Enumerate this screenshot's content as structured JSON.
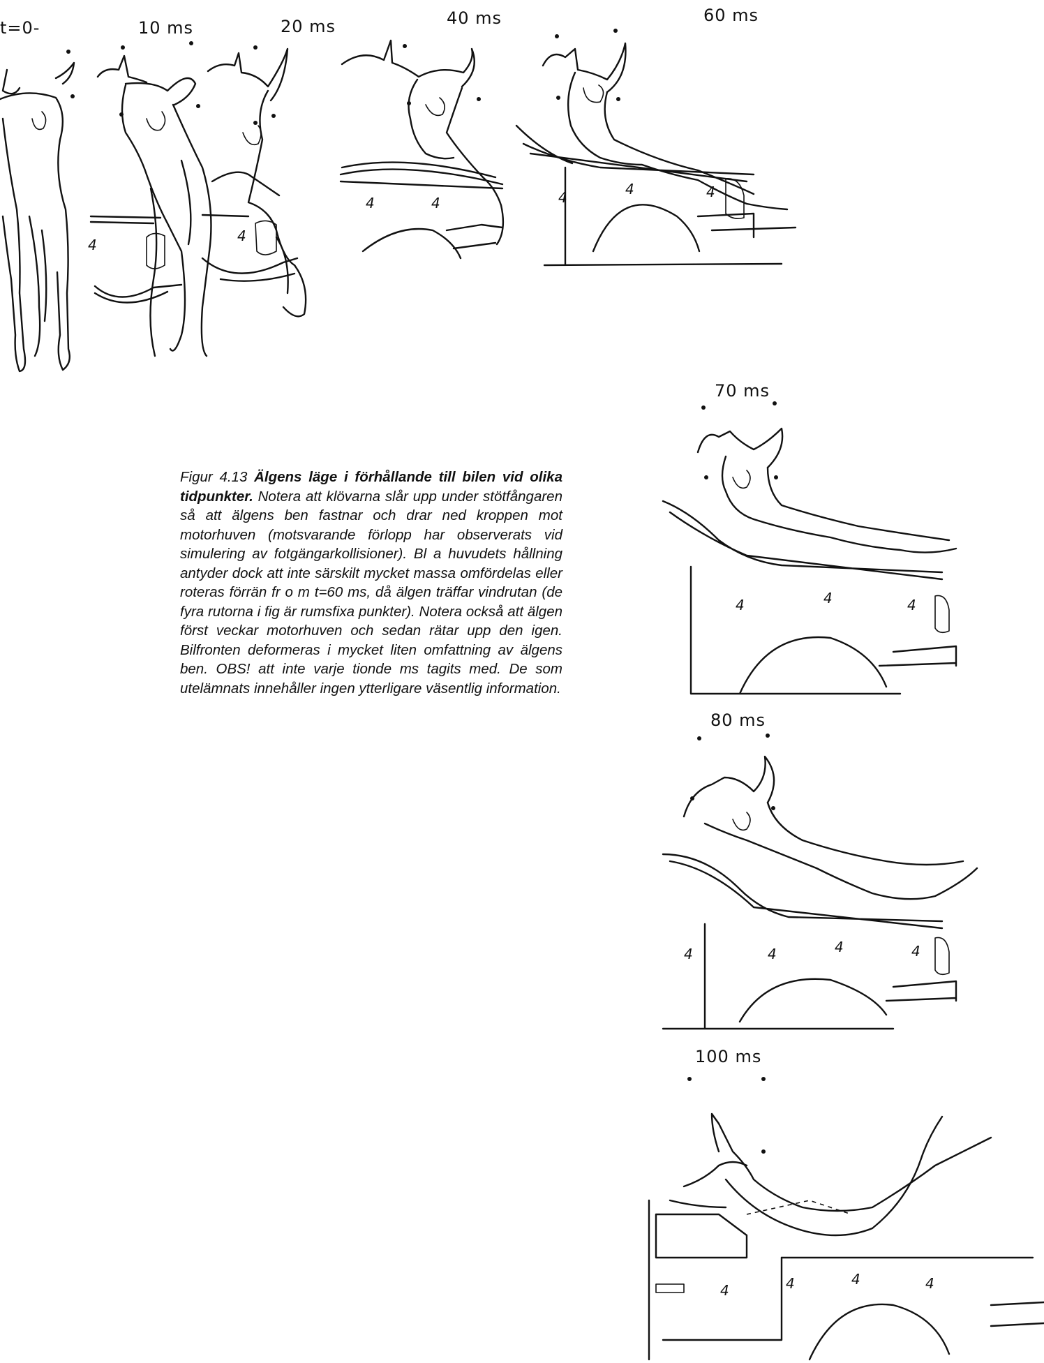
{
  "frames": {
    "f0": {
      "label": "t=0-"
    },
    "f10": {
      "label": "10 ms"
    },
    "f20": {
      "label": "20 ms"
    },
    "f40": {
      "label": "40 ms"
    },
    "f60": {
      "label": "60 ms"
    },
    "f70": {
      "label": "70 ms"
    },
    "f80": {
      "label": "80 ms"
    },
    "f100": {
      "label": "100 ms"
    }
  },
  "caption": {
    "prefix": "Figur 4.13 ",
    "title": "Älgens läge i förhållande till bilen vid olika tidpunkter.",
    "body": " Notera att klövarna slår upp under stötfångaren så att älgens ben fastnar och drar ned kroppen mot motorhuven (motsvarande förlopp har observerats vid simulering av fotgängarkollisioner). Bl a huvudets hållning antyder dock att inte särskilt mycket massa omfördelas eller roteras förrän fr o m t=60 ms, då älgen träffar vindrutan (de fyra rutorna i fig är rumsfixa punkter). Notera också att älgen först veckar motorhuven och sedan rätar upp den igen. Bilfronten deformeras i mycket liten omfattning av älgens ben. OBS! att inte varje tionde ms tagits med. De som utelämnats innehåller ingen ytterligare väsentlig information."
  },
  "icons": [
    "moose-drawing",
    "car-front-drawing",
    "reference-point-marker",
    "target-marker"
  ],
  "colors": {
    "ink": "#111111",
    "paper": "#ffffff"
  }
}
